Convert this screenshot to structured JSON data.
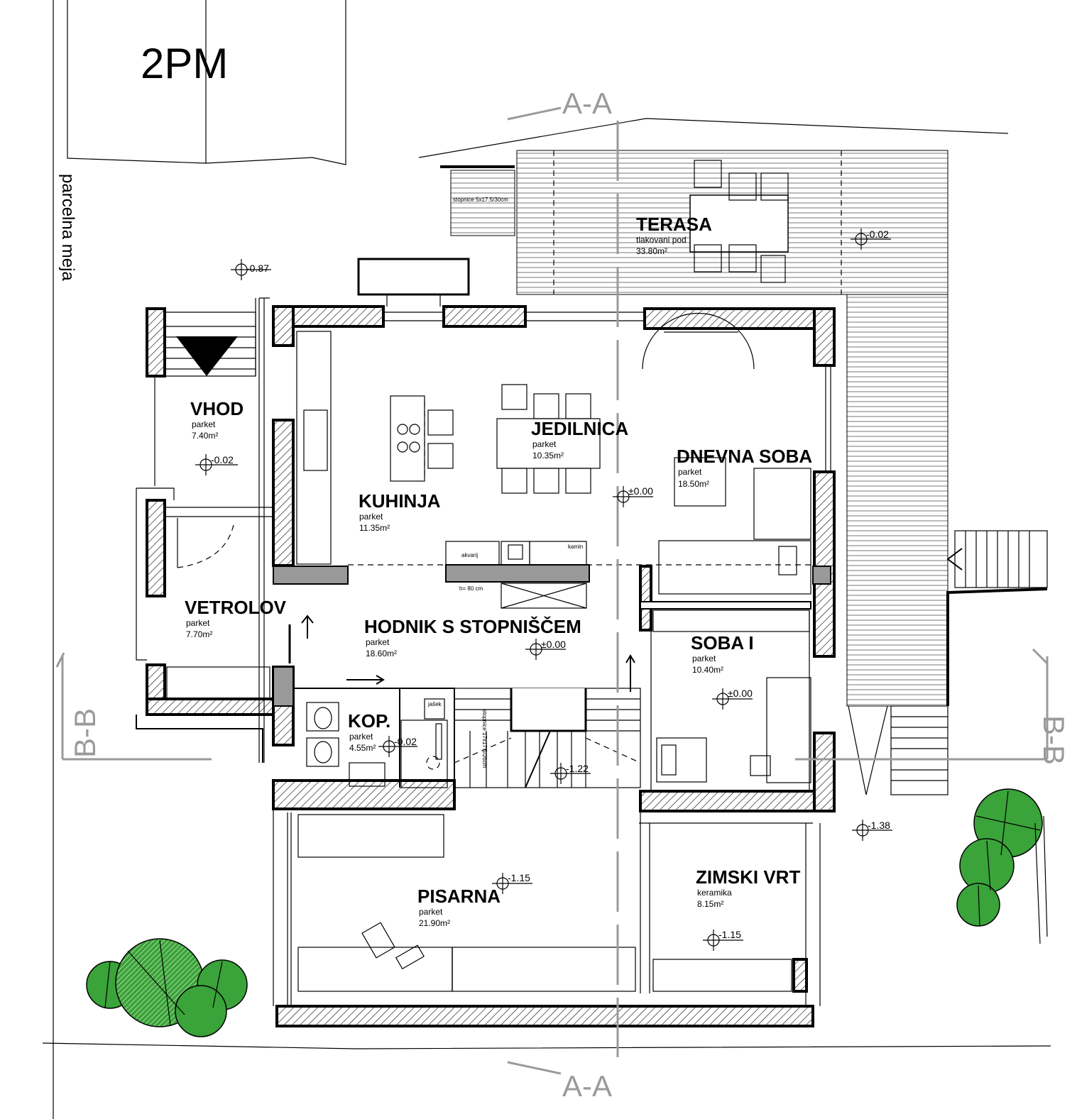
{
  "parking": {
    "label": "2PM"
  },
  "boundary": {
    "label": "parcelna meja"
  },
  "sections": {
    "aa_top": "A-A",
    "aa_bottom": "A-A",
    "bb_left": "B-B",
    "bb_right": "B-B"
  },
  "stairs_note": "stopnice 5x17.5/30cm",
  "rooms": {
    "terasa": {
      "name": "TERASA",
      "floor": "tlakovani pod",
      "area": "33.80m²",
      "level": "-0.02"
    },
    "vhod": {
      "name": "VHOD",
      "floor": "parket",
      "area": "7.40m²",
      "level": "-0.02"
    },
    "kuhinja": {
      "name": "KUHINJA",
      "floor": "parket",
      "area": "11.35m²"
    },
    "jedilnica": {
      "name": "JEDILNICA",
      "floor": "parket",
      "area": "10.35m²"
    },
    "dnevna": {
      "name": "DNEVNA SOBA",
      "floor": "parket",
      "area": "18.50m²",
      "level": "±0.00"
    },
    "vetrolov": {
      "name": "VETROLOV",
      "floor": "parket",
      "area": "7.70m²"
    },
    "hodnik": {
      "name": "HODNIK S STOPNIŠČEM",
      "floor": "parket",
      "area": "18.60m²",
      "level": "±0.00"
    },
    "soba": {
      "name": "SOBA I",
      "floor": "parket",
      "area": "10.40m²",
      "level": "±0.00"
    },
    "kop": {
      "name": "KOP.",
      "floor": "parket",
      "area": "4.55m²",
      "level": "-0.02"
    },
    "pisarna": {
      "name": "PISARNA",
      "floor": "parket",
      "area": "21.90m²",
      "level": "-1.15"
    },
    "zimski": {
      "name": "ZIMSKI VRT",
      "floor": "keramika",
      "area": "8.15m²",
      "level": "-1.15"
    }
  },
  "levels": {
    "outside_top": "-0.87",
    "outside_right": "-1.38",
    "stair_landing": "-1.22"
  },
  "fixtures": {
    "akvarij": "akvarij",
    "kamin": "kamin",
    "h": "h= 80 cm",
    "jasek": "jašek",
    "stair_note": "stopnice 17x17.5/26cm"
  },
  "colors": {
    "tree": "#3aa33a",
    "section_line": "#9a9a9a"
  }
}
